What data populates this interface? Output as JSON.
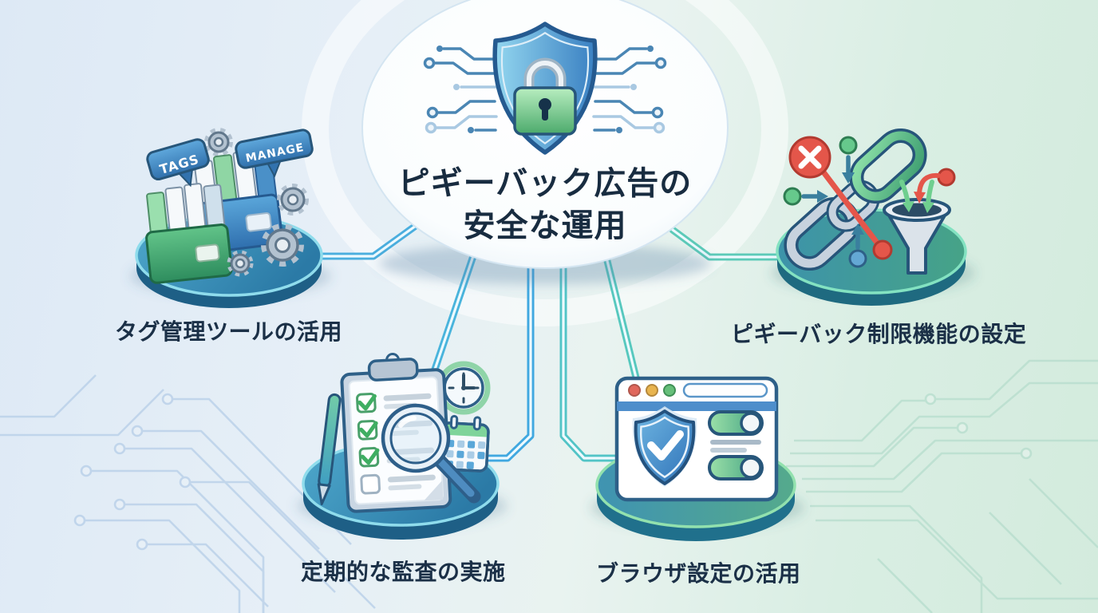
{
  "title": {
    "line1": "ピギーバック広告の",
    "line2": "安全な運用"
  },
  "center_icon": "shield-lock-circuit",
  "nodes": [
    {
      "id": "tag-management",
      "label": "タグ管理ツールの活用",
      "icon": "tag-folders-gears-icon",
      "badges": [
        "TAGS",
        "MANAGE"
      ]
    },
    {
      "id": "piggyback-restriction",
      "label": "ピギーバック制限機能の設定",
      "icon": "blocked-chain-funnel-icon"
    },
    {
      "id": "periodic-audit",
      "label": "定期的な監査の実施",
      "icon": "checklist-magnifier-clock-calendar-icon"
    },
    {
      "id": "browser-settings",
      "label": "ブラウザ設定の活用",
      "icon": "browser-shield-toggles-icon"
    }
  ],
  "colors": {
    "background_left": "#dde9f5",
    "background_right": "#d3ebdd",
    "title_text": "#182c40",
    "label_text": "#1b3047",
    "shield_blue": "#3a80c2",
    "lock_green": "#4caa6c",
    "connector_blue": "#49b4dc",
    "connector_teal": "#56c8c0",
    "platform_blue": "#2e7fae",
    "platform_teal_green": "#46a387",
    "alert_red": "#e4564a",
    "toggle_green": "#42a182"
  }
}
